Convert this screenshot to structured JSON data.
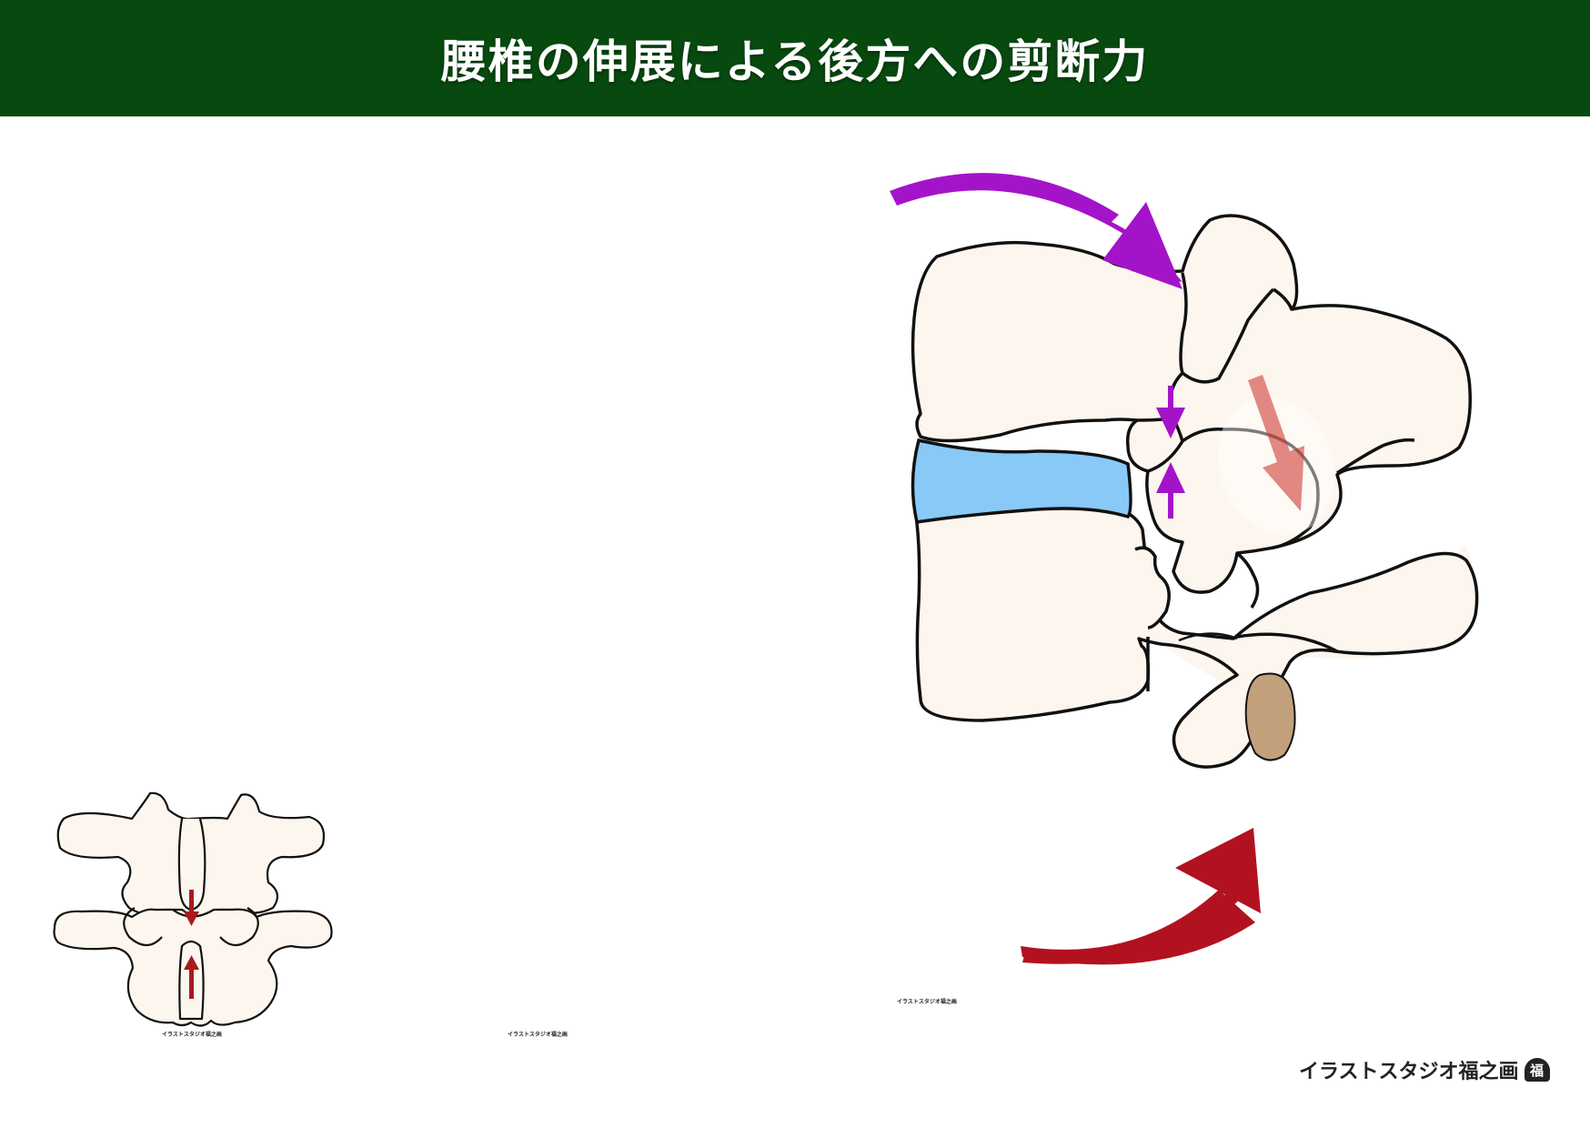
{
  "header": {
    "title": "腰椎の伸展による後方への剪断力"
  },
  "credit": {
    "text": "イラストスタジオ福之画",
    "mark": "福"
  },
  "mini_credit": "イラストスタジオ福之画",
  "colors": {
    "header_bg": "#07490f",
    "bone_fill": "#fdf6ee",
    "outline": "#111111",
    "disc": "#88c9f7",
    "purple_arrow": "#a314c9",
    "red_arrow": "#b2121f",
    "small_arrow": "#a61b1b",
    "foramen": "#c3a07c"
  }
}
